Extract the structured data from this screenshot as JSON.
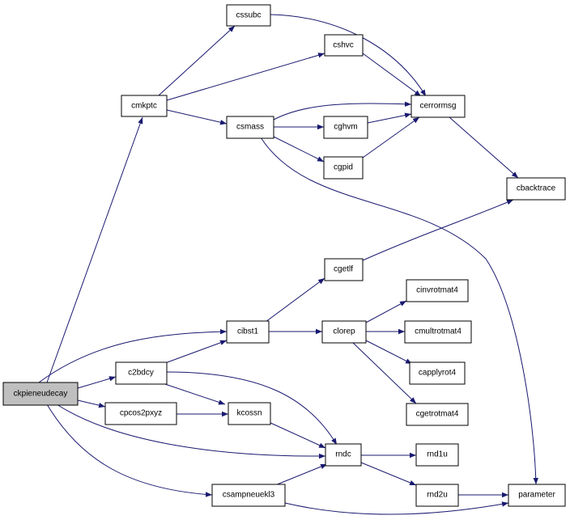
{
  "nodes": {
    "ckpieneudecay": "ckpieneudecay",
    "cmkptc": "cmkptc",
    "cssubc": "cssubc",
    "cshvc": "cshvc",
    "csmass": "csmass",
    "cerrormsg": "cerrormsg",
    "cghvm": "cghvm",
    "cgpid": "cgpid",
    "cbacktrace": "cbacktrace",
    "cgetlf": "cgetlf",
    "cibst1": "cibst1",
    "clorep": "clorep",
    "cinvrotmat4": "cinvrotmat4",
    "cmultrotmat4": "cmultrotmat4",
    "capplyrot4": "capplyrot4",
    "cgetrotmat4": "cgetrotmat4",
    "c2bdcy": "c2bdcy",
    "cpcos2pxyz": "cpcos2pxyz",
    "kcossn": "kcossn",
    "rndc": "rndc",
    "rnd1u": "rnd1u",
    "rnd2u": "rnd2u",
    "csampneuekl3": "csampneuekl3",
    "parameter": "parameter"
  },
  "colors": {
    "edge": "#191970",
    "node_fill": "#ffffff",
    "root_fill": "#bfbfbf",
    "node_stroke": "#000000"
  }
}
